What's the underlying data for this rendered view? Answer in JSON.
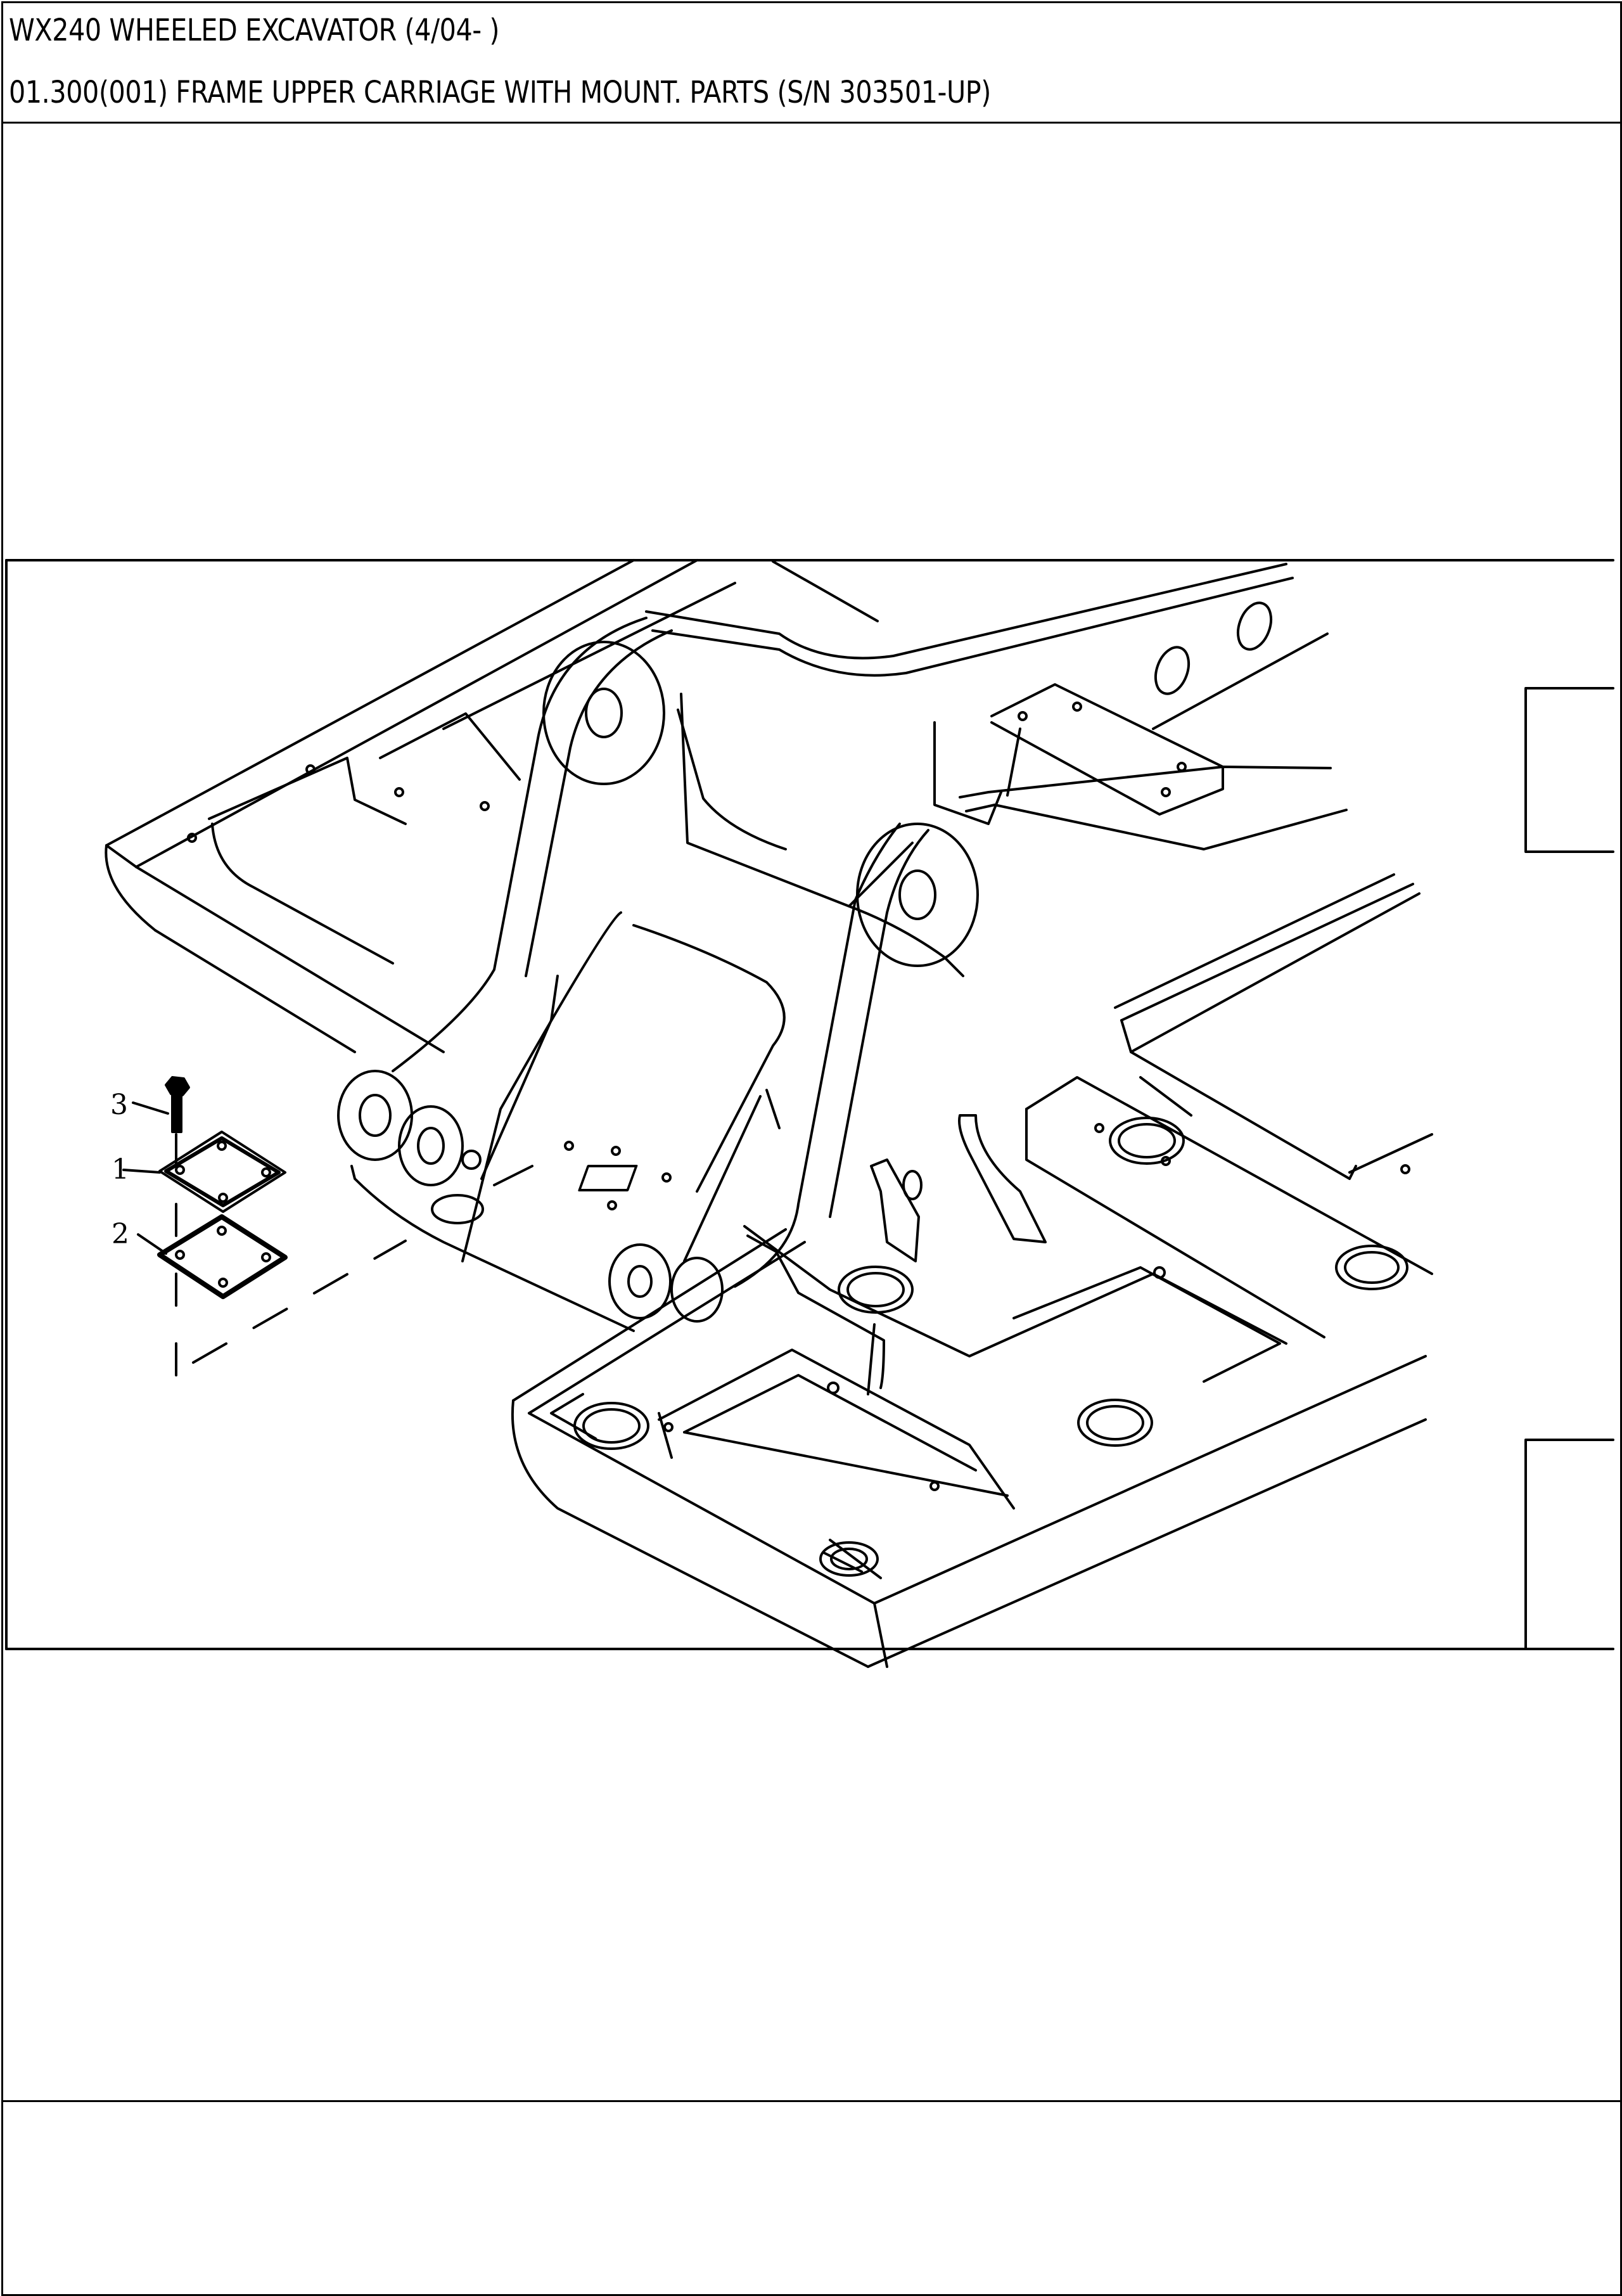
{
  "header": {
    "machine_title": "WX240 WHEELED EXCAVATOR (4/04- )",
    "group_title": "01.300(001) FRAME UPPER CARRIAGE WITH MOUNT. PARTS (S/N 303501-UP)"
  },
  "callouts": [
    {
      "number": "3",
      "part": "bolt"
    },
    {
      "number": "1",
      "part": "cover-plate"
    },
    {
      "number": "2",
      "part": "gasket"
    }
  ],
  "colors": {
    "ink": "#000000",
    "paper": "#ffffff"
  }
}
